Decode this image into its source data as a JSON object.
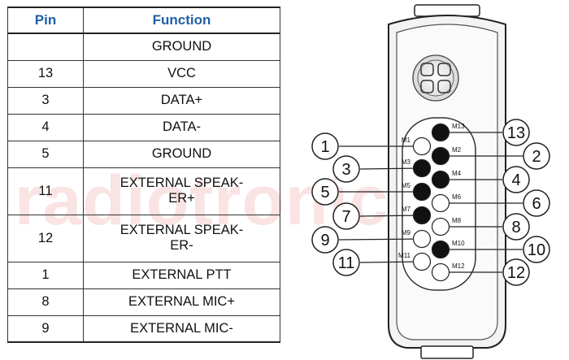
{
  "table": {
    "headers": [
      "Pin",
      "Function"
    ],
    "rows": [
      {
        "pin": "",
        "function": "GROUND"
      },
      {
        "pin": "13",
        "function": "VCC"
      },
      {
        "pin": "3",
        "function": "DATA+"
      },
      {
        "pin": "4",
        "function": "DATA-"
      },
      {
        "pin": "5",
        "function": "GROUND"
      },
      {
        "pin": "11",
        "function": "EXTERNAL SPEAK-\nER+"
      },
      {
        "pin": "12",
        "function": "EXTERNAL SPEAK-\nER-"
      },
      {
        "pin": "1",
        "function": "EXTERNAL PTT"
      },
      {
        "pin": "8",
        "function": "EXTERNAL MIC+"
      },
      {
        "pin": "9",
        "function": "EXTERNAL MIC-"
      }
    ]
  },
  "watermark": "radiotronics",
  "connector": {
    "contacts": [
      {
        "label": "M1",
        "callout": "1",
        "filled": false
      },
      {
        "label": "M2",
        "callout": "2",
        "filled": true
      },
      {
        "label": "M3",
        "callout": "3",
        "filled": true
      },
      {
        "label": "M4",
        "callout": "4",
        "filled": true
      },
      {
        "label": "M5",
        "callout": "5",
        "filled": true
      },
      {
        "label": "M6",
        "callout": "6",
        "filled": false
      },
      {
        "label": "M7",
        "callout": "7",
        "filled": true
      },
      {
        "label": "M8",
        "callout": "8",
        "filled": false
      },
      {
        "label": "M9",
        "callout": "9",
        "filled": false
      },
      {
        "label": "M10",
        "callout": "10",
        "filled": true
      },
      {
        "label": "M11",
        "callout": "11",
        "filled": false
      },
      {
        "label": "M12",
        "callout": "12",
        "filled": false
      },
      {
        "label": "M13",
        "callout": "13",
        "filled": true
      }
    ]
  }
}
